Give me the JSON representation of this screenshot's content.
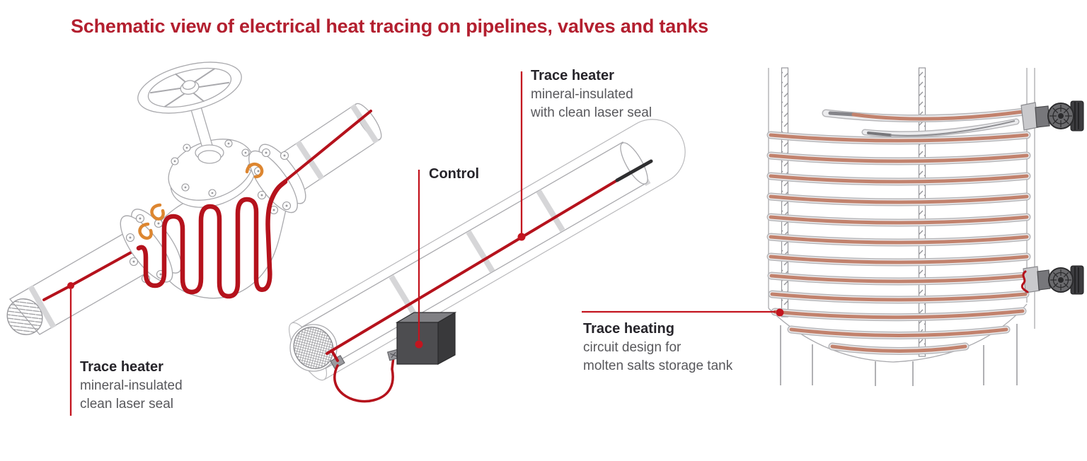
{
  "title": {
    "text": "Schematic view of electrical heat tracing on pipelines, valves and tanks"
  },
  "annotations": {
    "pipe_left": {
      "heading": "Trace heater",
      "lines": [
        "mineral-insulated",
        "clean laser seal"
      ]
    },
    "pipe_middle": {
      "heading": "Trace heater",
      "lines": [
        "mineral-insulated",
        "with clean laser seal"
      ]
    },
    "control": {
      "heading": "Control"
    },
    "tank": {
      "heading": "Trace heating",
      "lines": [
        "circuit design for",
        "molten salts storage tank"
      ]
    }
  },
  "colors": {
    "title_red": "#b31f2f",
    "trace_red": "#b5121c",
    "leader_red": "#c3151f",
    "clip_orange": "#dd8630",
    "coil_salmon": "#c2826d",
    "text_dark": "#26242a",
    "text_gray": "#58585c",
    "outline_gray": "#a9a9ad",
    "control_box_gray": "#4d4d50"
  }
}
